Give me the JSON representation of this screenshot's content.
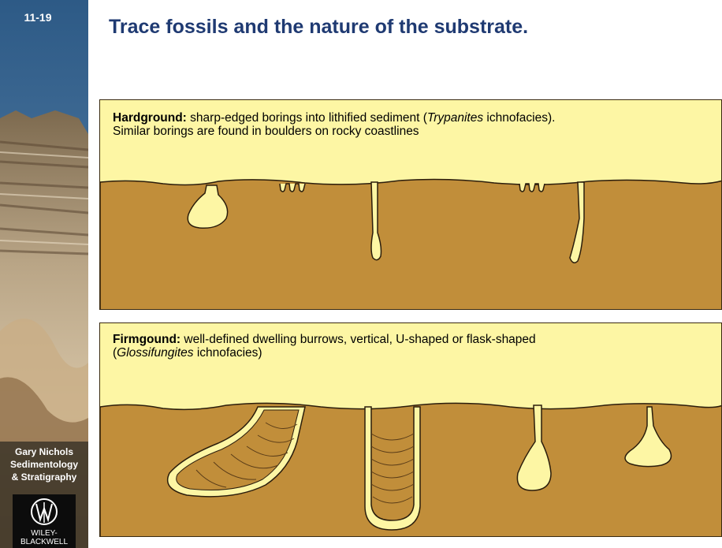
{
  "sidebar": {
    "slide_number": "11-19",
    "author": {
      "line1": "Gary Nichols",
      "line2": "Sedimentology",
      "line3": "& Stratigraphy"
    },
    "publisher": {
      "line1": "WILEY-",
      "line2": "BLACKWELL"
    }
  },
  "slide": {
    "title": "Trace fossils and the nature of the substrate."
  },
  "panels": [
    {
      "term": "Hardground:",
      "desc_before_italic": " sharp-edged borings into lithified sediment (",
      "italic": "Trypanites",
      "desc_after_italic": " ichnofacies).",
      "line2": "Similar borings are found in boulders on rocky coastlines"
    },
    {
      "term": "Firmgound:",
      "desc_line1": " well-defined dwelling burrows, vertical, U-shaped or flask-shaped",
      "paren_open": "(",
      "italic": "Glossifungites",
      "desc_after_italic": " ichnofacies)"
    }
  ],
  "colors": {
    "sky": "#fdf6a4",
    "sediment": "#c18e3a",
    "burrow_fill": "#fdf6a4",
    "title": "#1f3a72"
  }
}
